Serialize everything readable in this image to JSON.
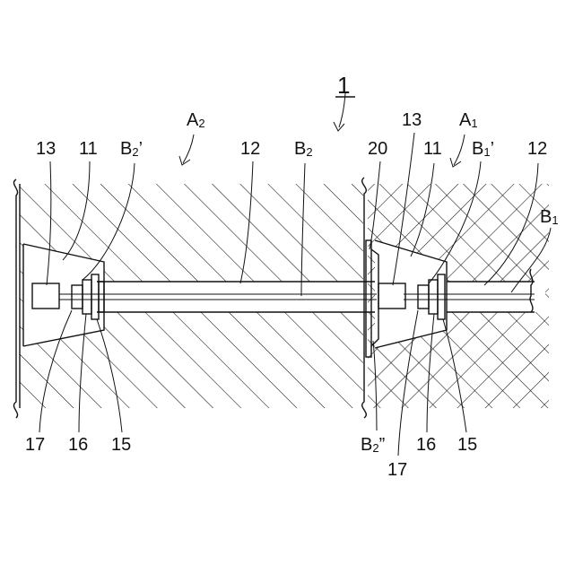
{
  "figure": {
    "assembly_number": "1",
    "region_labels": {
      "a2": {
        "main": "A",
        "sub": "2"
      },
      "a1": {
        "main": "A",
        "sub": "1"
      }
    },
    "bolt_labels": {
      "b2": {
        "main": "B",
        "sub": "2"
      },
      "b2_prime": {
        "main": "B",
        "sub": "2",
        "mark": "’"
      },
      "b2_double": {
        "main": "B",
        "sub": "2",
        "mark": "”"
      },
      "b1": {
        "main": "B",
        "sub": "1"
      },
      "b1_prime": {
        "main": "B",
        "sub": "1",
        "mark": "’"
      }
    },
    "part_numbers": {
      "p13_left": "13",
      "p11_left": "11",
      "p12_left": "12",
      "p17_left": "17",
      "p16_left": "16",
      "p15_left": "15",
      "p20": "20",
      "p13_right": "13",
      "p11_right": "11",
      "p12_right": "12",
      "p17_right": "17",
      "p16_right": "16",
      "p15_right": "15"
    },
    "colors": {
      "ink": "#111111",
      "background": "#ffffff"
    }
  }
}
